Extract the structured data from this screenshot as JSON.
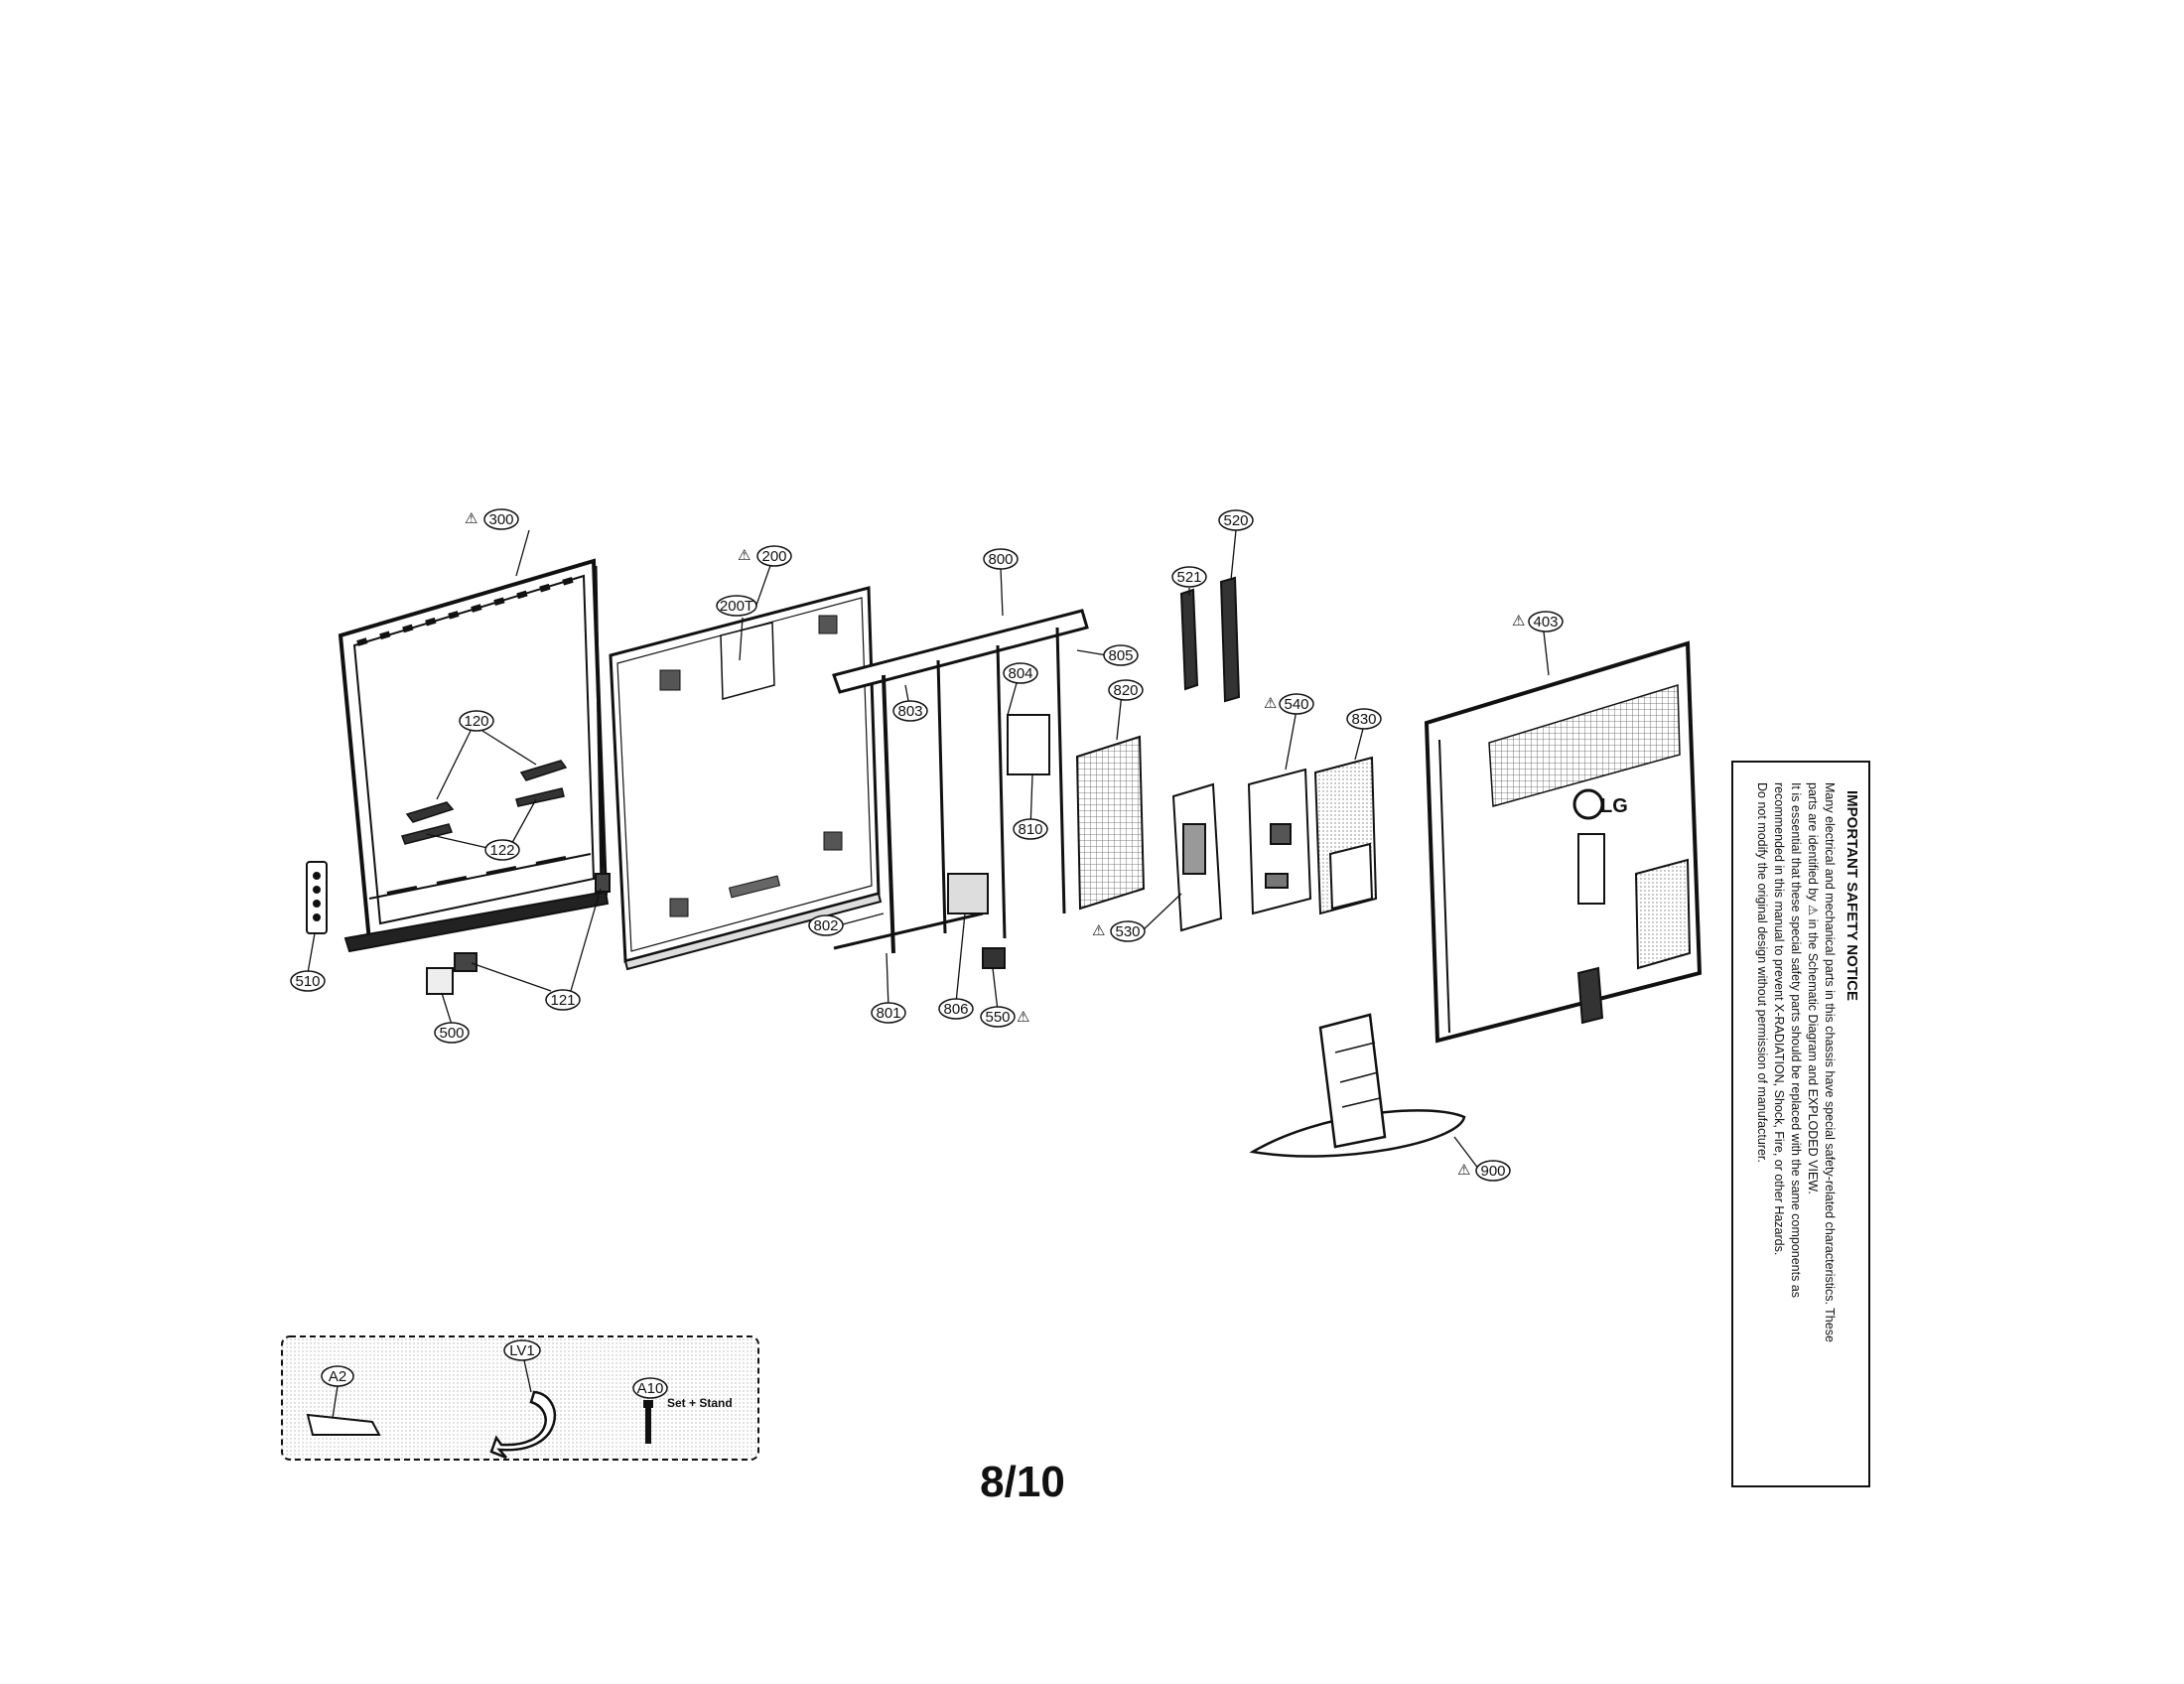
{
  "page": {
    "number": "8/10"
  },
  "safety_notice": {
    "title": "IMPORTANT SAFETY NOTICE",
    "lines": [
      "Many electrical and mechanical parts in this chassis have special safety-related characteristics. These",
      "parts are identified by ⚠ in the Schematic Diagram and EXPLODED VIEW.",
      "It is essential that these special safety parts should be replaced with the same components as",
      "recommended in this manual to prevent X-RADIATION, Shock, Fire, or other Hazards.",
      "Do not modify the original design without permission of manufacturer."
    ]
  },
  "part_labels": [
    {
      "id": "300",
      "safety": true
    },
    {
      "id": "200",
      "safety": true
    },
    {
      "id": "200T",
      "safety": false
    },
    {
      "id": "800",
      "safety": false
    },
    {
      "id": "521",
      "safety": false
    },
    {
      "id": "520",
      "safety": false
    },
    {
      "id": "403",
      "safety": true
    },
    {
      "id": "805",
      "safety": false
    },
    {
      "id": "804",
      "safety": false
    },
    {
      "id": "803",
      "safety": false
    },
    {
      "id": "820",
      "safety": false
    },
    {
      "id": "540",
      "safety": true
    },
    {
      "id": "830",
      "safety": false
    },
    {
      "id": "120",
      "safety": false
    },
    {
      "id": "122",
      "safety": false
    },
    {
      "id": "810",
      "safety": false
    },
    {
      "id": "510",
      "safety": false
    },
    {
      "id": "802",
      "safety": false
    },
    {
      "id": "530",
      "safety": true
    },
    {
      "id": "121",
      "safety": false
    },
    {
      "id": "500",
      "safety": false
    },
    {
      "id": "801",
      "safety": false
    },
    {
      "id": "806",
      "safety": false
    },
    {
      "id": "550",
      "safety": true
    },
    {
      "id": "900",
      "safety": true
    }
  ],
  "accessories": {
    "items": [
      {
        "id": "A2"
      },
      {
        "id": "LV1"
      },
      {
        "id": "A10",
        "note": "Set + Stand"
      }
    ]
  },
  "logo": {
    "text": "LG"
  }
}
